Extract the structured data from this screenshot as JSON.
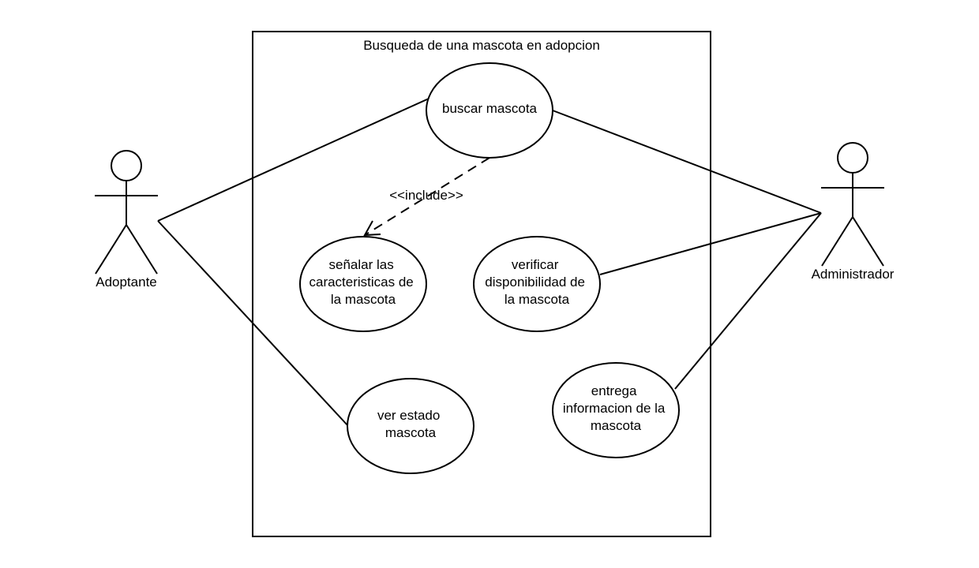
{
  "diagram": {
    "title": "Busqueda de una mascota en adopcion",
    "include_label": "<<include>>",
    "actors": {
      "adoptante": "Adoptante",
      "administrador": "Administrador"
    },
    "use_cases": {
      "buscar_mascota": [
        "buscar mascota"
      ],
      "senalar_caracteristicas": [
        "señalar las",
        "caracteristicas de",
        "la mascota"
      ],
      "verificar_disponibilidad": [
        "verificar",
        "disponibilidad de",
        "la mascota"
      ],
      "ver_estado": [
        "ver estado",
        "mascota"
      ],
      "entrega_informacion": [
        "entrega",
        "informacion de la",
        "mascota"
      ]
    }
  }
}
